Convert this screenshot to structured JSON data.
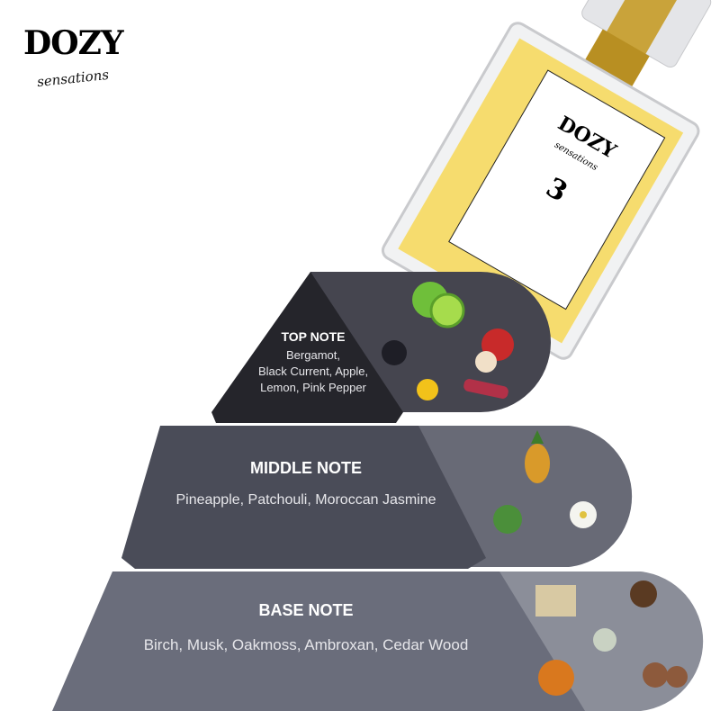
{
  "brand": {
    "name": "DOZY",
    "tagline": "sensations"
  },
  "bottle": {
    "label_brand": "DOZY",
    "label_tagline": "sensations",
    "label_number": "3"
  },
  "pyramid": {
    "top": {
      "title": "TOP NOTE",
      "ingredients_lines": [
        "Bergamot,",
        "Black Current, Apple,",
        "Lemon, Pink Pepper"
      ]
    },
    "middle": {
      "title": "MIDDLE NOTE",
      "ingredients": "Pineapple, Patchouli, Moroccan Jasmine"
    },
    "base": {
      "title": "BASE NOTE",
      "ingredients": "Birch, Musk, Oakmoss, Ambroxan, Cedar Wood"
    }
  },
  "colors": {
    "top_tier": "#25252b",
    "top_pill": "#45454f",
    "middle_tier": "#4a4c58",
    "middle_pill": "#686a76",
    "base_tier": "#6a6d7b",
    "base_pill": "#8b8e99"
  }
}
